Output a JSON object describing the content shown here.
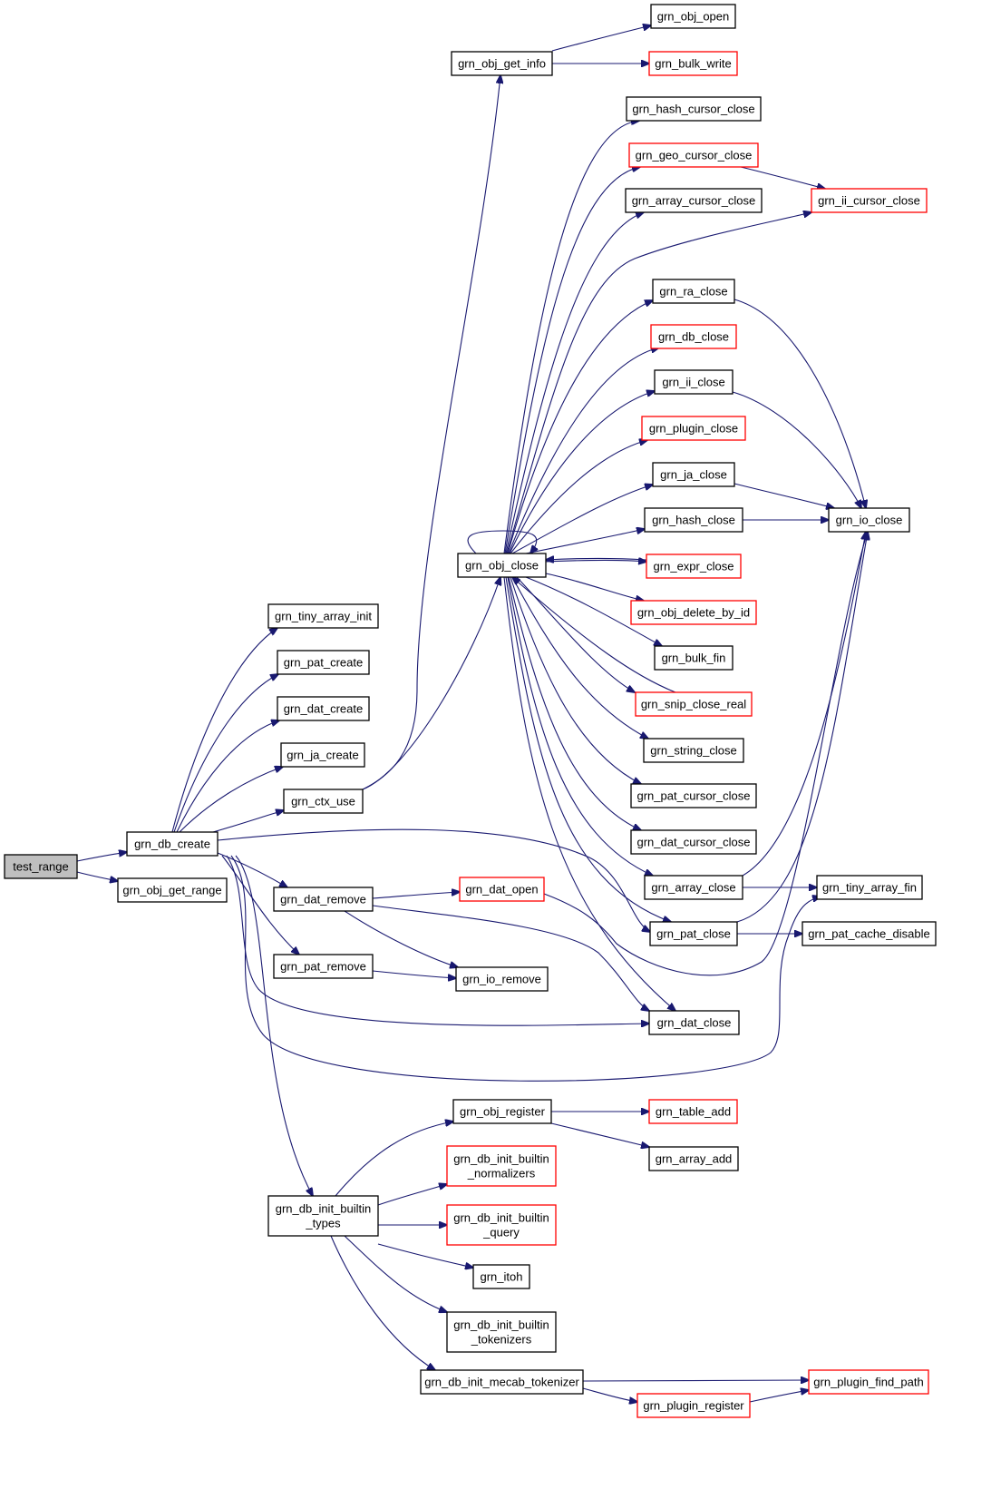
{
  "graph": {
    "nodes": [
      {
        "id": "test_range",
        "lines": [
          "test_range"
        ],
        "style": "root"
      },
      {
        "id": "grn_db_create",
        "lines": [
          "grn_db_create"
        ],
        "style": "normal"
      },
      {
        "id": "grn_obj_get_range",
        "lines": [
          "grn_obj_get_range"
        ],
        "style": "normal"
      },
      {
        "id": "grn_tiny_array_init",
        "lines": [
          "grn_tiny_array_init"
        ],
        "style": "normal"
      },
      {
        "id": "grn_pat_create",
        "lines": [
          "grn_pat_create"
        ],
        "style": "normal"
      },
      {
        "id": "grn_dat_create",
        "lines": [
          "grn_dat_create"
        ],
        "style": "normal"
      },
      {
        "id": "grn_ja_create",
        "lines": [
          "grn_ja_create"
        ],
        "style": "normal"
      },
      {
        "id": "grn_ctx_use",
        "lines": [
          "grn_ctx_use"
        ],
        "style": "normal"
      },
      {
        "id": "grn_dat_remove",
        "lines": [
          "grn_dat_remove"
        ],
        "style": "normal"
      },
      {
        "id": "grn_pat_remove",
        "lines": [
          "grn_pat_remove"
        ],
        "style": "normal"
      },
      {
        "id": "grn_db_init_builtin_types",
        "lines": [
          "grn_db_init_builtin",
          "_types"
        ],
        "style": "normal"
      },
      {
        "id": "grn_obj_get_info",
        "lines": [
          "grn_obj_get_info"
        ],
        "style": "normal"
      },
      {
        "id": "grn_obj_close",
        "lines": [
          "grn_obj_close"
        ],
        "style": "normal"
      },
      {
        "id": "grn_dat_open",
        "lines": [
          "grn_dat_open"
        ],
        "style": "truncated"
      },
      {
        "id": "grn_io_remove",
        "lines": [
          "grn_io_remove"
        ],
        "style": "normal"
      },
      {
        "id": "grn_obj_register",
        "lines": [
          "grn_obj_register"
        ],
        "style": "normal"
      },
      {
        "id": "grn_db_init_builtin_normalizers",
        "lines": [
          "grn_db_init_builtin",
          "_normalizers"
        ],
        "style": "truncated"
      },
      {
        "id": "grn_db_init_builtin_query",
        "lines": [
          "grn_db_init_builtin",
          "_query"
        ],
        "style": "truncated"
      },
      {
        "id": "grn_itoh",
        "lines": [
          "grn_itoh"
        ],
        "style": "normal"
      },
      {
        "id": "grn_db_init_builtin_tokenizers",
        "lines": [
          "grn_db_init_builtin",
          "_tokenizers"
        ],
        "style": "normal"
      },
      {
        "id": "grn_db_init_mecab_tokenizer",
        "lines": [
          "grn_db_init_mecab_tokenizer"
        ],
        "style": "normal"
      },
      {
        "id": "grn_obj_open",
        "lines": [
          "grn_obj_open"
        ],
        "style": "normal"
      },
      {
        "id": "grn_bulk_write",
        "lines": [
          "grn_bulk_write"
        ],
        "style": "truncated"
      },
      {
        "id": "grn_hash_cursor_close",
        "lines": [
          "grn_hash_cursor_close"
        ],
        "style": "normal"
      },
      {
        "id": "grn_geo_cursor_close",
        "lines": [
          "grn_geo_cursor_close"
        ],
        "style": "truncated"
      },
      {
        "id": "grn_array_cursor_close",
        "lines": [
          "grn_array_cursor_close"
        ],
        "style": "normal"
      },
      {
        "id": "grn_ra_close",
        "lines": [
          "grn_ra_close"
        ],
        "style": "normal"
      },
      {
        "id": "grn_db_close",
        "lines": [
          "grn_db_close"
        ],
        "style": "truncated"
      },
      {
        "id": "grn_ii_close",
        "lines": [
          "grn_ii_close"
        ],
        "style": "normal"
      },
      {
        "id": "grn_plugin_close",
        "lines": [
          "grn_plugin_close"
        ],
        "style": "truncated"
      },
      {
        "id": "grn_ja_close",
        "lines": [
          "grn_ja_close"
        ],
        "style": "normal"
      },
      {
        "id": "grn_hash_close",
        "lines": [
          "grn_hash_close"
        ],
        "style": "normal"
      },
      {
        "id": "grn_expr_close",
        "lines": [
          "grn_expr_close"
        ],
        "style": "truncated"
      },
      {
        "id": "grn_obj_delete_by_id",
        "lines": [
          "grn_obj_delete_by_id"
        ],
        "style": "truncated"
      },
      {
        "id": "grn_bulk_fin",
        "lines": [
          "grn_bulk_fin"
        ],
        "style": "normal"
      },
      {
        "id": "grn_snip_close_real",
        "lines": [
          "grn_snip_close_real"
        ],
        "style": "truncated"
      },
      {
        "id": "grn_string_close",
        "lines": [
          "grn_string_close"
        ],
        "style": "normal"
      },
      {
        "id": "grn_pat_cursor_close",
        "lines": [
          "grn_pat_cursor_close"
        ],
        "style": "normal"
      },
      {
        "id": "grn_dat_cursor_close",
        "lines": [
          "grn_dat_cursor_close"
        ],
        "style": "normal"
      },
      {
        "id": "grn_array_close",
        "lines": [
          "grn_array_close"
        ],
        "style": "normal"
      },
      {
        "id": "grn_pat_close",
        "lines": [
          "grn_pat_close"
        ],
        "style": "normal"
      },
      {
        "id": "grn_dat_close",
        "lines": [
          "grn_dat_close"
        ],
        "style": "normal"
      },
      {
        "id": "grn_table_add",
        "lines": [
          "grn_table_add"
        ],
        "style": "truncated"
      },
      {
        "id": "grn_array_add",
        "lines": [
          "grn_array_add"
        ],
        "style": "normal"
      },
      {
        "id": "grn_plugin_register",
        "lines": [
          "grn_plugin_register"
        ],
        "style": "truncated"
      },
      {
        "id": "grn_ii_cursor_close",
        "lines": [
          "grn_ii_cursor_close"
        ],
        "style": "truncated"
      },
      {
        "id": "grn_io_close",
        "lines": [
          "grn_io_close"
        ],
        "style": "normal"
      },
      {
        "id": "grn_tiny_array_fin",
        "lines": [
          "grn_tiny_array_fin"
        ],
        "style": "normal"
      },
      {
        "id": "grn_pat_cache_disable",
        "lines": [
          "grn_pat_cache_disable"
        ],
        "style": "normal"
      },
      {
        "id": "grn_plugin_find_path",
        "lines": [
          "grn_plugin_find_path"
        ],
        "style": "truncated"
      }
    ],
    "edges": [
      {
        "from": "test_range",
        "to": "grn_db_create"
      },
      {
        "from": "test_range",
        "to": "grn_obj_get_range"
      },
      {
        "from": "grn_db_create",
        "to": "grn_tiny_array_init"
      },
      {
        "from": "grn_db_create",
        "to": "grn_pat_create"
      },
      {
        "from": "grn_db_create",
        "to": "grn_dat_create"
      },
      {
        "from": "grn_db_create",
        "to": "grn_ja_create"
      },
      {
        "from": "grn_db_create",
        "to": "grn_ctx_use"
      },
      {
        "from": "grn_db_create",
        "to": "grn_pat_close"
      },
      {
        "from": "grn_db_create",
        "to": "grn_dat_remove"
      },
      {
        "from": "grn_db_create",
        "to": "grn_pat_remove"
      },
      {
        "from": "grn_db_create",
        "to": "grn_dat_close"
      },
      {
        "from": "grn_db_create",
        "to": "grn_tiny_array_fin"
      },
      {
        "from": "grn_db_create",
        "to": "grn_db_init_builtin_types"
      },
      {
        "from": "grn_ctx_use",
        "to": "grn_obj_get_info"
      },
      {
        "from": "grn_ctx_use",
        "to": "grn_obj_close"
      },
      {
        "from": "grn_obj_get_info",
        "to": "grn_obj_open"
      },
      {
        "from": "grn_obj_get_info",
        "to": "grn_bulk_write"
      },
      {
        "from": "grn_obj_close",
        "to": "grn_obj_close"
      },
      {
        "from": "grn_obj_close",
        "to": "grn_hash_cursor_close"
      },
      {
        "from": "grn_obj_close",
        "to": "grn_geo_cursor_close"
      },
      {
        "from": "grn_obj_close",
        "to": "grn_array_cursor_close"
      },
      {
        "from": "grn_obj_close",
        "to": "grn_ii_cursor_close"
      },
      {
        "from": "grn_obj_close",
        "to": "grn_ra_close"
      },
      {
        "from": "grn_obj_close",
        "to": "grn_db_close"
      },
      {
        "from": "grn_obj_close",
        "to": "grn_ii_close"
      },
      {
        "from": "grn_obj_close",
        "to": "grn_plugin_close"
      },
      {
        "from": "grn_obj_close",
        "to": "grn_ja_close"
      },
      {
        "from": "grn_obj_close",
        "to": "grn_hash_close"
      },
      {
        "from": "grn_obj_close",
        "to": "grn_expr_close"
      },
      {
        "from": "grn_obj_close",
        "to": "grn_obj_delete_by_id"
      },
      {
        "from": "grn_obj_close",
        "to": "grn_bulk_fin"
      },
      {
        "from": "grn_obj_close",
        "to": "grn_snip_close_real"
      },
      {
        "from": "grn_obj_close",
        "to": "grn_string_close"
      },
      {
        "from": "grn_obj_close",
        "to": "grn_pat_cursor_close"
      },
      {
        "from": "grn_obj_close",
        "to": "grn_dat_cursor_close"
      },
      {
        "from": "grn_obj_close",
        "to": "grn_array_close"
      },
      {
        "from": "grn_obj_close",
        "to": "grn_pat_close"
      },
      {
        "from": "grn_obj_close",
        "to": "grn_dat_close"
      },
      {
        "from": "grn_geo_cursor_close",
        "to": "grn_ii_cursor_close"
      },
      {
        "from": "grn_ra_close",
        "to": "grn_io_close"
      },
      {
        "from": "grn_ii_close",
        "to": "grn_io_close"
      },
      {
        "from": "grn_ja_close",
        "to": "grn_io_close"
      },
      {
        "from": "grn_hash_close",
        "to": "grn_io_close"
      },
      {
        "from": "grn_expr_close",
        "to": "grn_obj_close"
      },
      {
        "from": "grn_snip_close_real",
        "to": "grn_obj_close"
      },
      {
        "from": "grn_array_close",
        "to": "grn_io_close"
      },
      {
        "from": "grn_array_close",
        "to": "grn_tiny_array_fin"
      },
      {
        "from": "grn_pat_close",
        "to": "grn_io_close"
      },
      {
        "from": "grn_pat_close",
        "to": "grn_pat_cache_disable"
      },
      {
        "from": "grn_dat_remove",
        "to": "grn_dat_open"
      },
      {
        "from": "grn_dat_remove",
        "to": "grn_io_remove"
      },
      {
        "from": "grn_dat_remove",
        "to": "grn_dat_close"
      },
      {
        "from": "grn_dat_open",
        "to": "grn_io_close"
      },
      {
        "from": "grn_pat_remove",
        "to": "grn_io_remove"
      },
      {
        "from": "grn_db_init_builtin_types",
        "to": "grn_obj_register"
      },
      {
        "from": "grn_db_init_builtin_types",
        "to": "grn_db_init_builtin_normalizers"
      },
      {
        "from": "grn_db_init_builtin_types",
        "to": "grn_db_init_builtin_query"
      },
      {
        "from": "grn_db_init_builtin_types",
        "to": "grn_itoh"
      },
      {
        "from": "grn_db_init_builtin_types",
        "to": "grn_db_init_builtin_tokenizers"
      },
      {
        "from": "grn_db_init_builtin_types",
        "to": "grn_db_init_mecab_tokenizer"
      },
      {
        "from": "grn_obj_register",
        "to": "grn_table_add"
      },
      {
        "from": "grn_obj_register",
        "to": "grn_array_add"
      },
      {
        "from": "grn_db_init_mecab_tokenizer",
        "to": "grn_plugin_find_path"
      },
      {
        "from": "grn_db_init_mecab_tokenizer",
        "to": "grn_plugin_register"
      },
      {
        "from": "grn_plugin_register",
        "to": "grn_plugin_find_path"
      }
    ]
  }
}
